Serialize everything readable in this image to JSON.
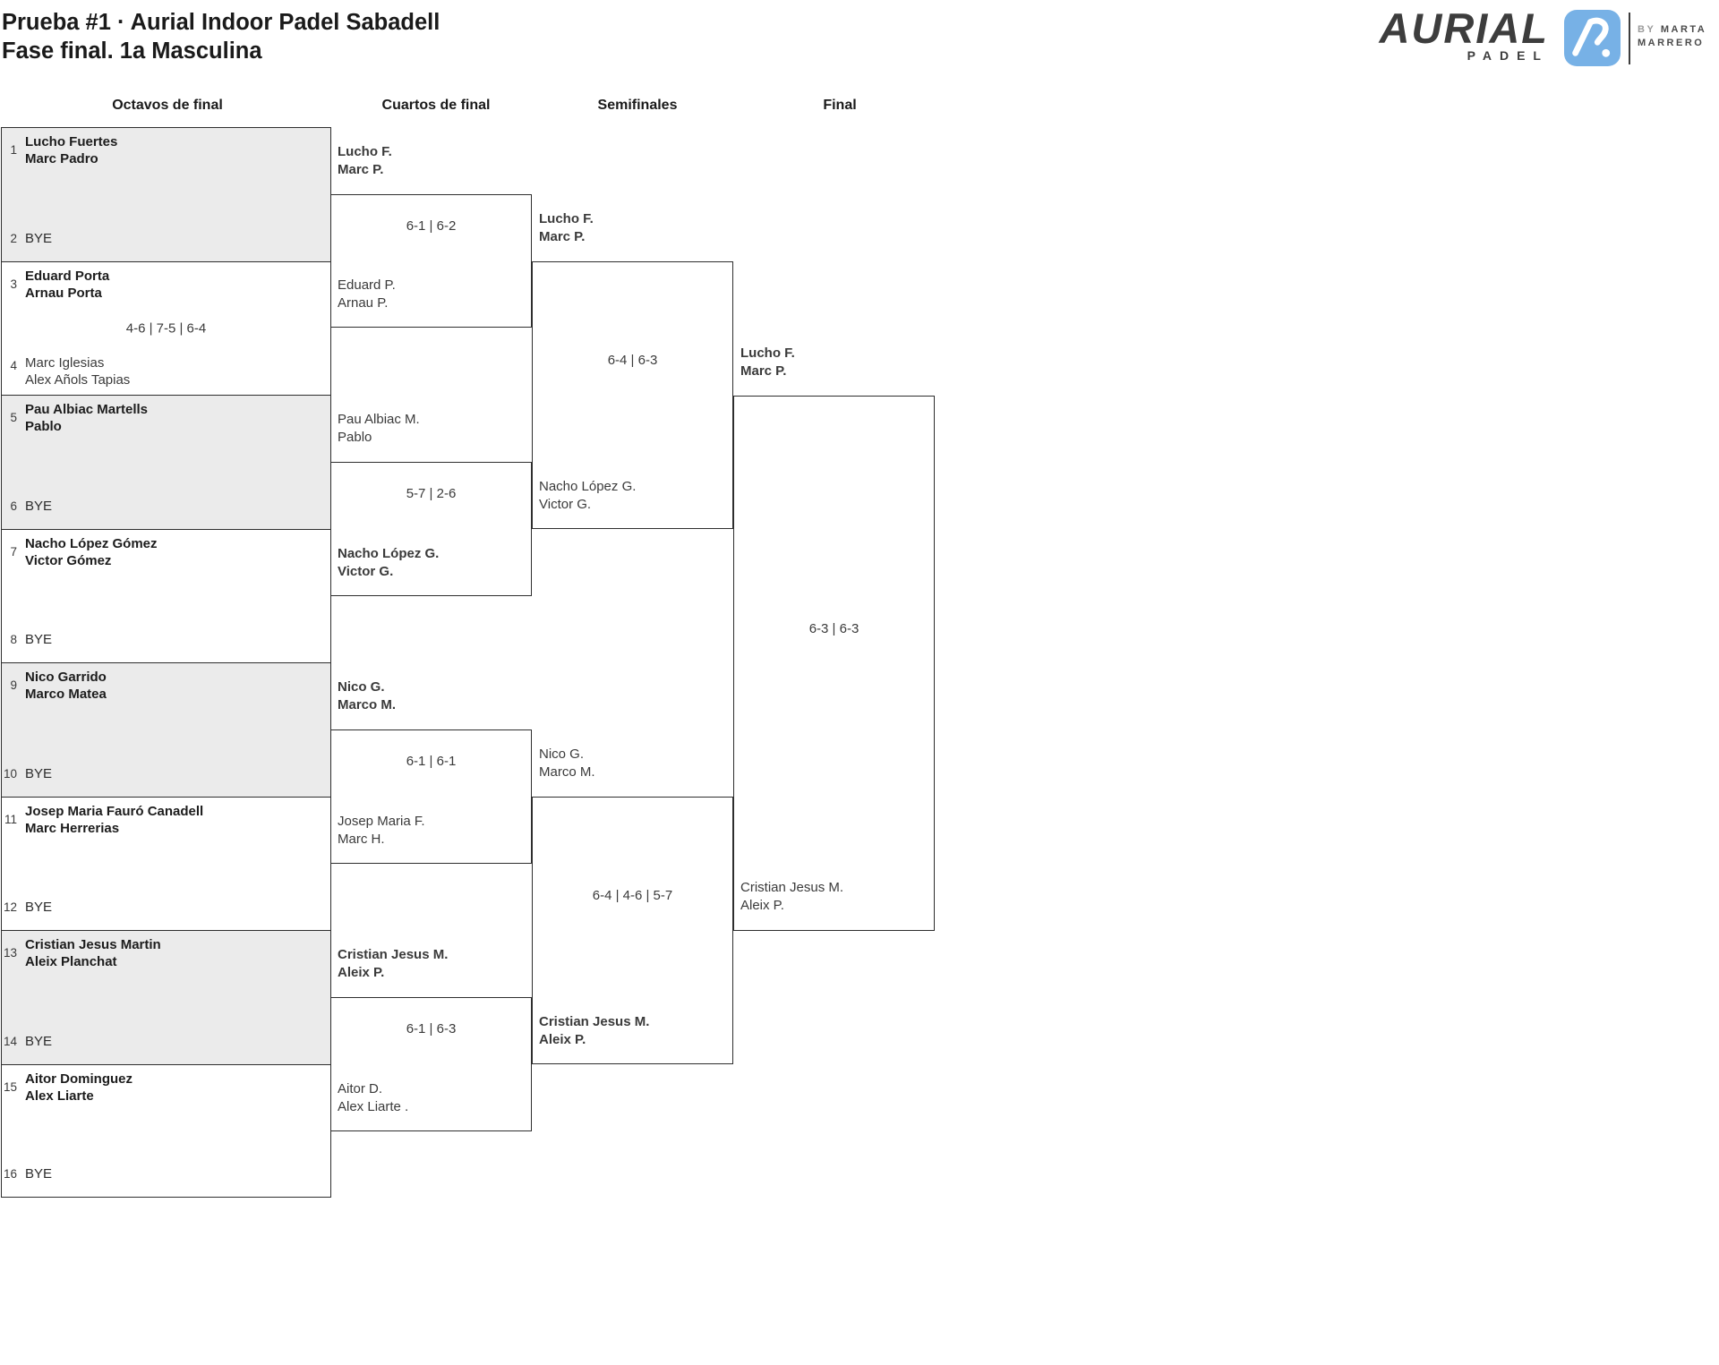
{
  "header": {
    "line1": "Prueba #1 · Aurial Indoor Padel Sabadell",
    "line2": "Fase final. 1a Masculina"
  },
  "logo": {
    "brand": "AURIAL",
    "product": "PADEL",
    "by_prefix": "BY",
    "by_name1": "MARTA",
    "by_name2": "MARRERO",
    "badge_color": "#77b1e6",
    "monogram": "aurial-ap-mark"
  },
  "columns": [
    "Octavos de final",
    "Cuartos de final",
    "Semifinales",
    "Final"
  ],
  "r16": [
    {
      "seed_a": "1",
      "a1": "Lucho Fuertes",
      "a2": "Marc Padro",
      "seed_b": "2",
      "bye": "BYE",
      "score": "",
      "winner": "a"
    },
    {
      "seed_a": "3",
      "a1": "Eduard Porta",
      "a2": "Arnau Porta",
      "seed_b": "4",
      "b1": "Marc Iglesias",
      "b2": "Alex Añols Tapias",
      "score": "4-6 | 7-5 | 6-4",
      "winner": "a"
    },
    {
      "seed_a": "5",
      "a1": "Pau Albiac Martells",
      "a2": "Pablo",
      "seed_b": "6",
      "bye": "BYE",
      "score": "",
      "winner": "a"
    },
    {
      "seed_a": "7",
      "a1": "Nacho López Gómez",
      "a2": "Victor Gómez",
      "seed_b": "8",
      "bye": "BYE",
      "score": "",
      "winner": "a"
    },
    {
      "seed_a": "9",
      "a1": "Nico Garrido",
      "a2": "Marco Matea",
      "seed_b": "10",
      "bye": "BYE",
      "score": "",
      "winner": "a"
    },
    {
      "seed_a": "11",
      "a1": "Josep Maria Fauró Canadell",
      "a2": "Marc Herrerias",
      "seed_b": "12",
      "bye": "BYE",
      "score": "",
      "winner": "a"
    },
    {
      "seed_a": "13",
      "a1": "Cristian Jesus Martin",
      "a2": "Aleix Planchat",
      "seed_b": "14",
      "bye": "BYE",
      "score": "",
      "winner": "a"
    },
    {
      "seed_a": "15",
      "a1": "Aitor Dominguez",
      "a2": "Alex Liarte",
      "seed_b": "16",
      "bye": "BYE",
      "score": "",
      "winner": "a"
    }
  ],
  "qf": [
    {
      "a1": "Lucho F.",
      "a2": "Marc P.",
      "b1": "Eduard P.",
      "b2": "Arnau P.",
      "score": "6-1 | 6-2",
      "winner": "a"
    },
    {
      "a1": "Pau Albiac M.",
      "a2": "Pablo",
      "b1": "Nacho López G.",
      "b2": "Victor G.",
      "score": "5-7 | 2-6",
      "winner": "b"
    },
    {
      "a1": "Nico G.",
      "a2": "Marco M.",
      "b1": "Josep Maria F.",
      "b2": "Marc H.",
      "score": "6-1 | 6-1",
      "winner": "a"
    },
    {
      "a1": "Cristian Jesus M.",
      "a2": "Aleix P.",
      "b1": "Aitor D.",
      "b2": "Alex Liarte .",
      "score": "6-1 | 6-3",
      "winner": "a"
    }
  ],
  "sf": [
    {
      "a1": "Lucho F.",
      "a2": "Marc P.",
      "b1": "Nacho López G.",
      "b2": "Victor G.",
      "score": "6-4 | 6-3",
      "winner": "a"
    },
    {
      "a1": "Nico G.",
      "a2": "Marco M.",
      "b1": "Cristian Jesus M.",
      "b2": "Aleix P.",
      "score": "6-4 | 4-6 | 5-7",
      "winner": "b"
    }
  ],
  "final": {
    "a1": "Lucho F.",
    "a2": "Marc P.",
    "b1": "Cristian Jesus M.",
    "b2": "Aleix P.",
    "score": "6-3 | 6-3",
    "winner": "a"
  }
}
